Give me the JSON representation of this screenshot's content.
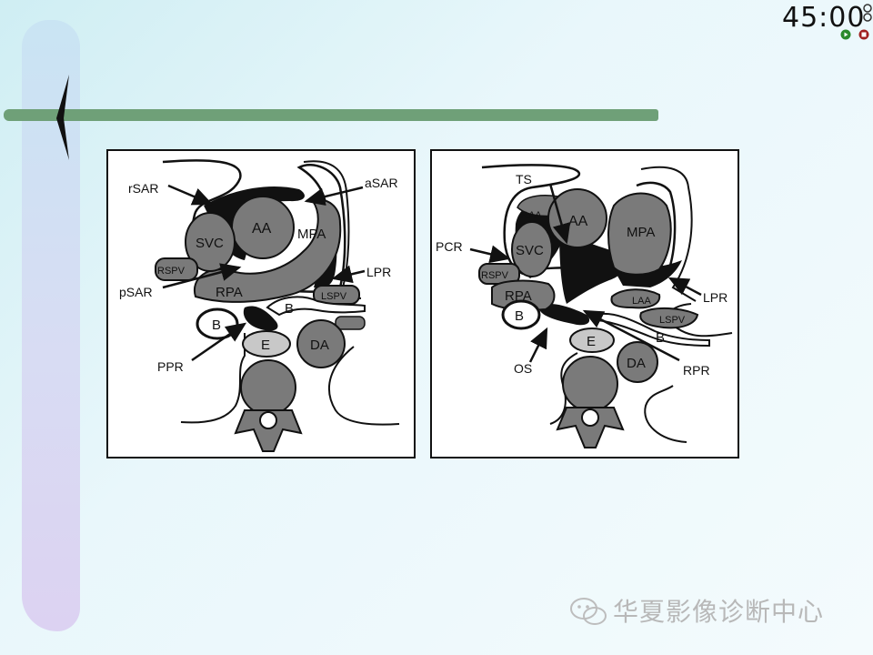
{
  "timer": {
    "display": "45:00"
  },
  "watermark": {
    "text": "华夏影像诊断中心",
    "icon": "wechat-icon"
  },
  "left_panel": {
    "labels": {
      "rSAR": "rSAR",
      "aSAR": "aSAR",
      "AA": "AA",
      "SVC": "SVC",
      "MPA": "MPA",
      "RSPV": "RSPV",
      "pSAR": "pSAR",
      "RPA": "RPA",
      "LPR": "LPR",
      "LSPV": "LSPV",
      "B1": "B",
      "B2": "B",
      "E": "E",
      "DA": "DA",
      "PPR": "PPR"
    }
  },
  "right_panel": {
    "labels": {
      "TS": "TS",
      "RAA": "RAA",
      "AA": "AA",
      "MPA": "MPA",
      "PCR": "PCR",
      "SVC": "SVC",
      "RSPV": "RSPV",
      "RPA": "RPA",
      "LPR": "LPR",
      "LAA": "LAA",
      "LSPV": "LSPV",
      "B1": "B",
      "B2": "B",
      "E": "E",
      "DA": "DA",
      "OS": "OS",
      "RPR": "RPR"
    }
  },
  "colors": {
    "green_bar": "#6fa078",
    "structure_gray": "#7a7a7a",
    "light_gray": "#c8c8c8"
  }
}
